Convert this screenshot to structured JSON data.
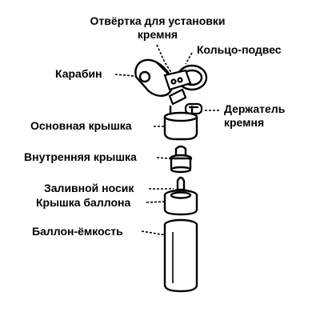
{
  "colors": {
    "ink": "#000000",
    "background": "#ffffff"
  },
  "labels": {
    "screwdriver_line1": "Отвёртка для установки",
    "screwdriver_line2": "кремня",
    "ring": "Кольцо-подвес",
    "carabiner": "Карабин",
    "flint_holder_line1": "Держатель",
    "flint_holder_line2": "кремня",
    "main_cap": "Основная крышка",
    "inner_cap": "Внутренняя крышка",
    "spout": "Заливной носик",
    "cylinder_cap": "Крышка баллона",
    "cylinder": "Баллон-ёмкость"
  }
}
